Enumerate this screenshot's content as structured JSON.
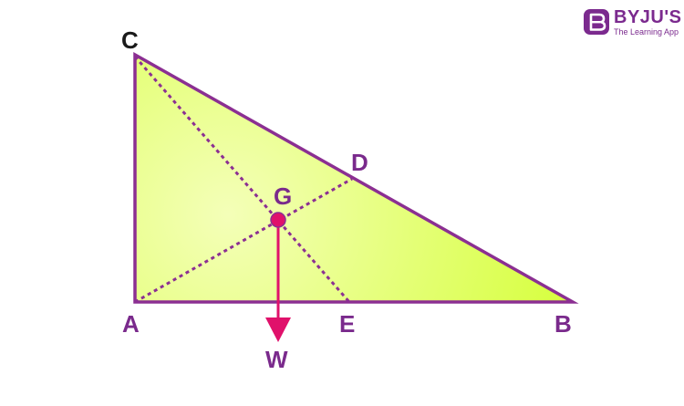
{
  "labels": {
    "C": "C",
    "D": "D",
    "G": "G",
    "A": "A",
    "E": "E",
    "B": "B",
    "W": "W"
  },
  "brand": {
    "name": "BYJU'S",
    "tagline": "The Learning App",
    "mark_letter": "B"
  },
  "colors": {
    "outline": "#8b2f92",
    "fill_light": "#f4ffb8",
    "fill_dark": "#d4ff33",
    "label": "#7a2a8c",
    "force": "#e0116b",
    "brand": "#7b2a8e"
  },
  "icons": {
    "centroid": "centroid-dot-icon",
    "weight": "downward-arrow-icon",
    "brand": "byjus-logo-icon"
  }
}
